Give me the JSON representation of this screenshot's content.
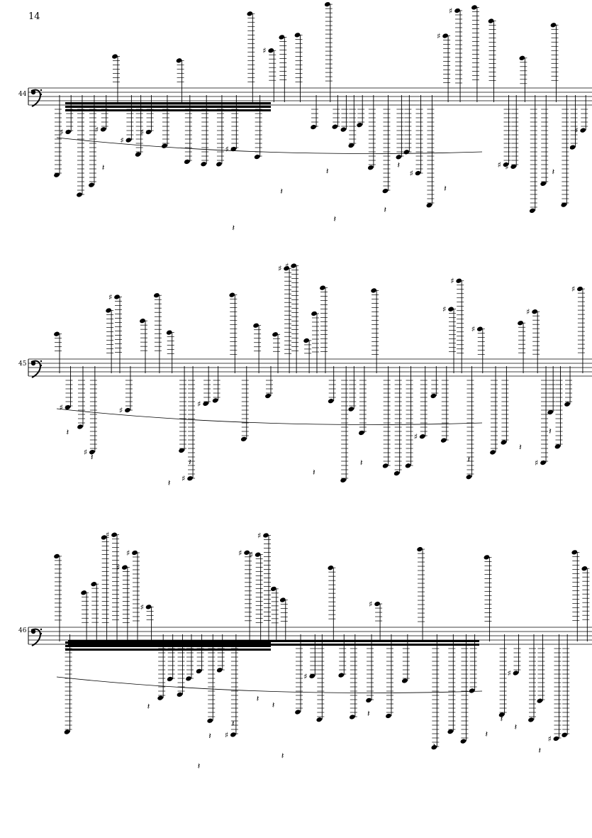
{
  "page": {
    "page_number": "14"
  },
  "systems": [
    {
      "measure_number": "44",
      "clef": "bass"
    },
    {
      "measure_number": "45",
      "clef": "bass"
    },
    {
      "measure_number": "46",
      "clef": "bass"
    }
  ]
}
